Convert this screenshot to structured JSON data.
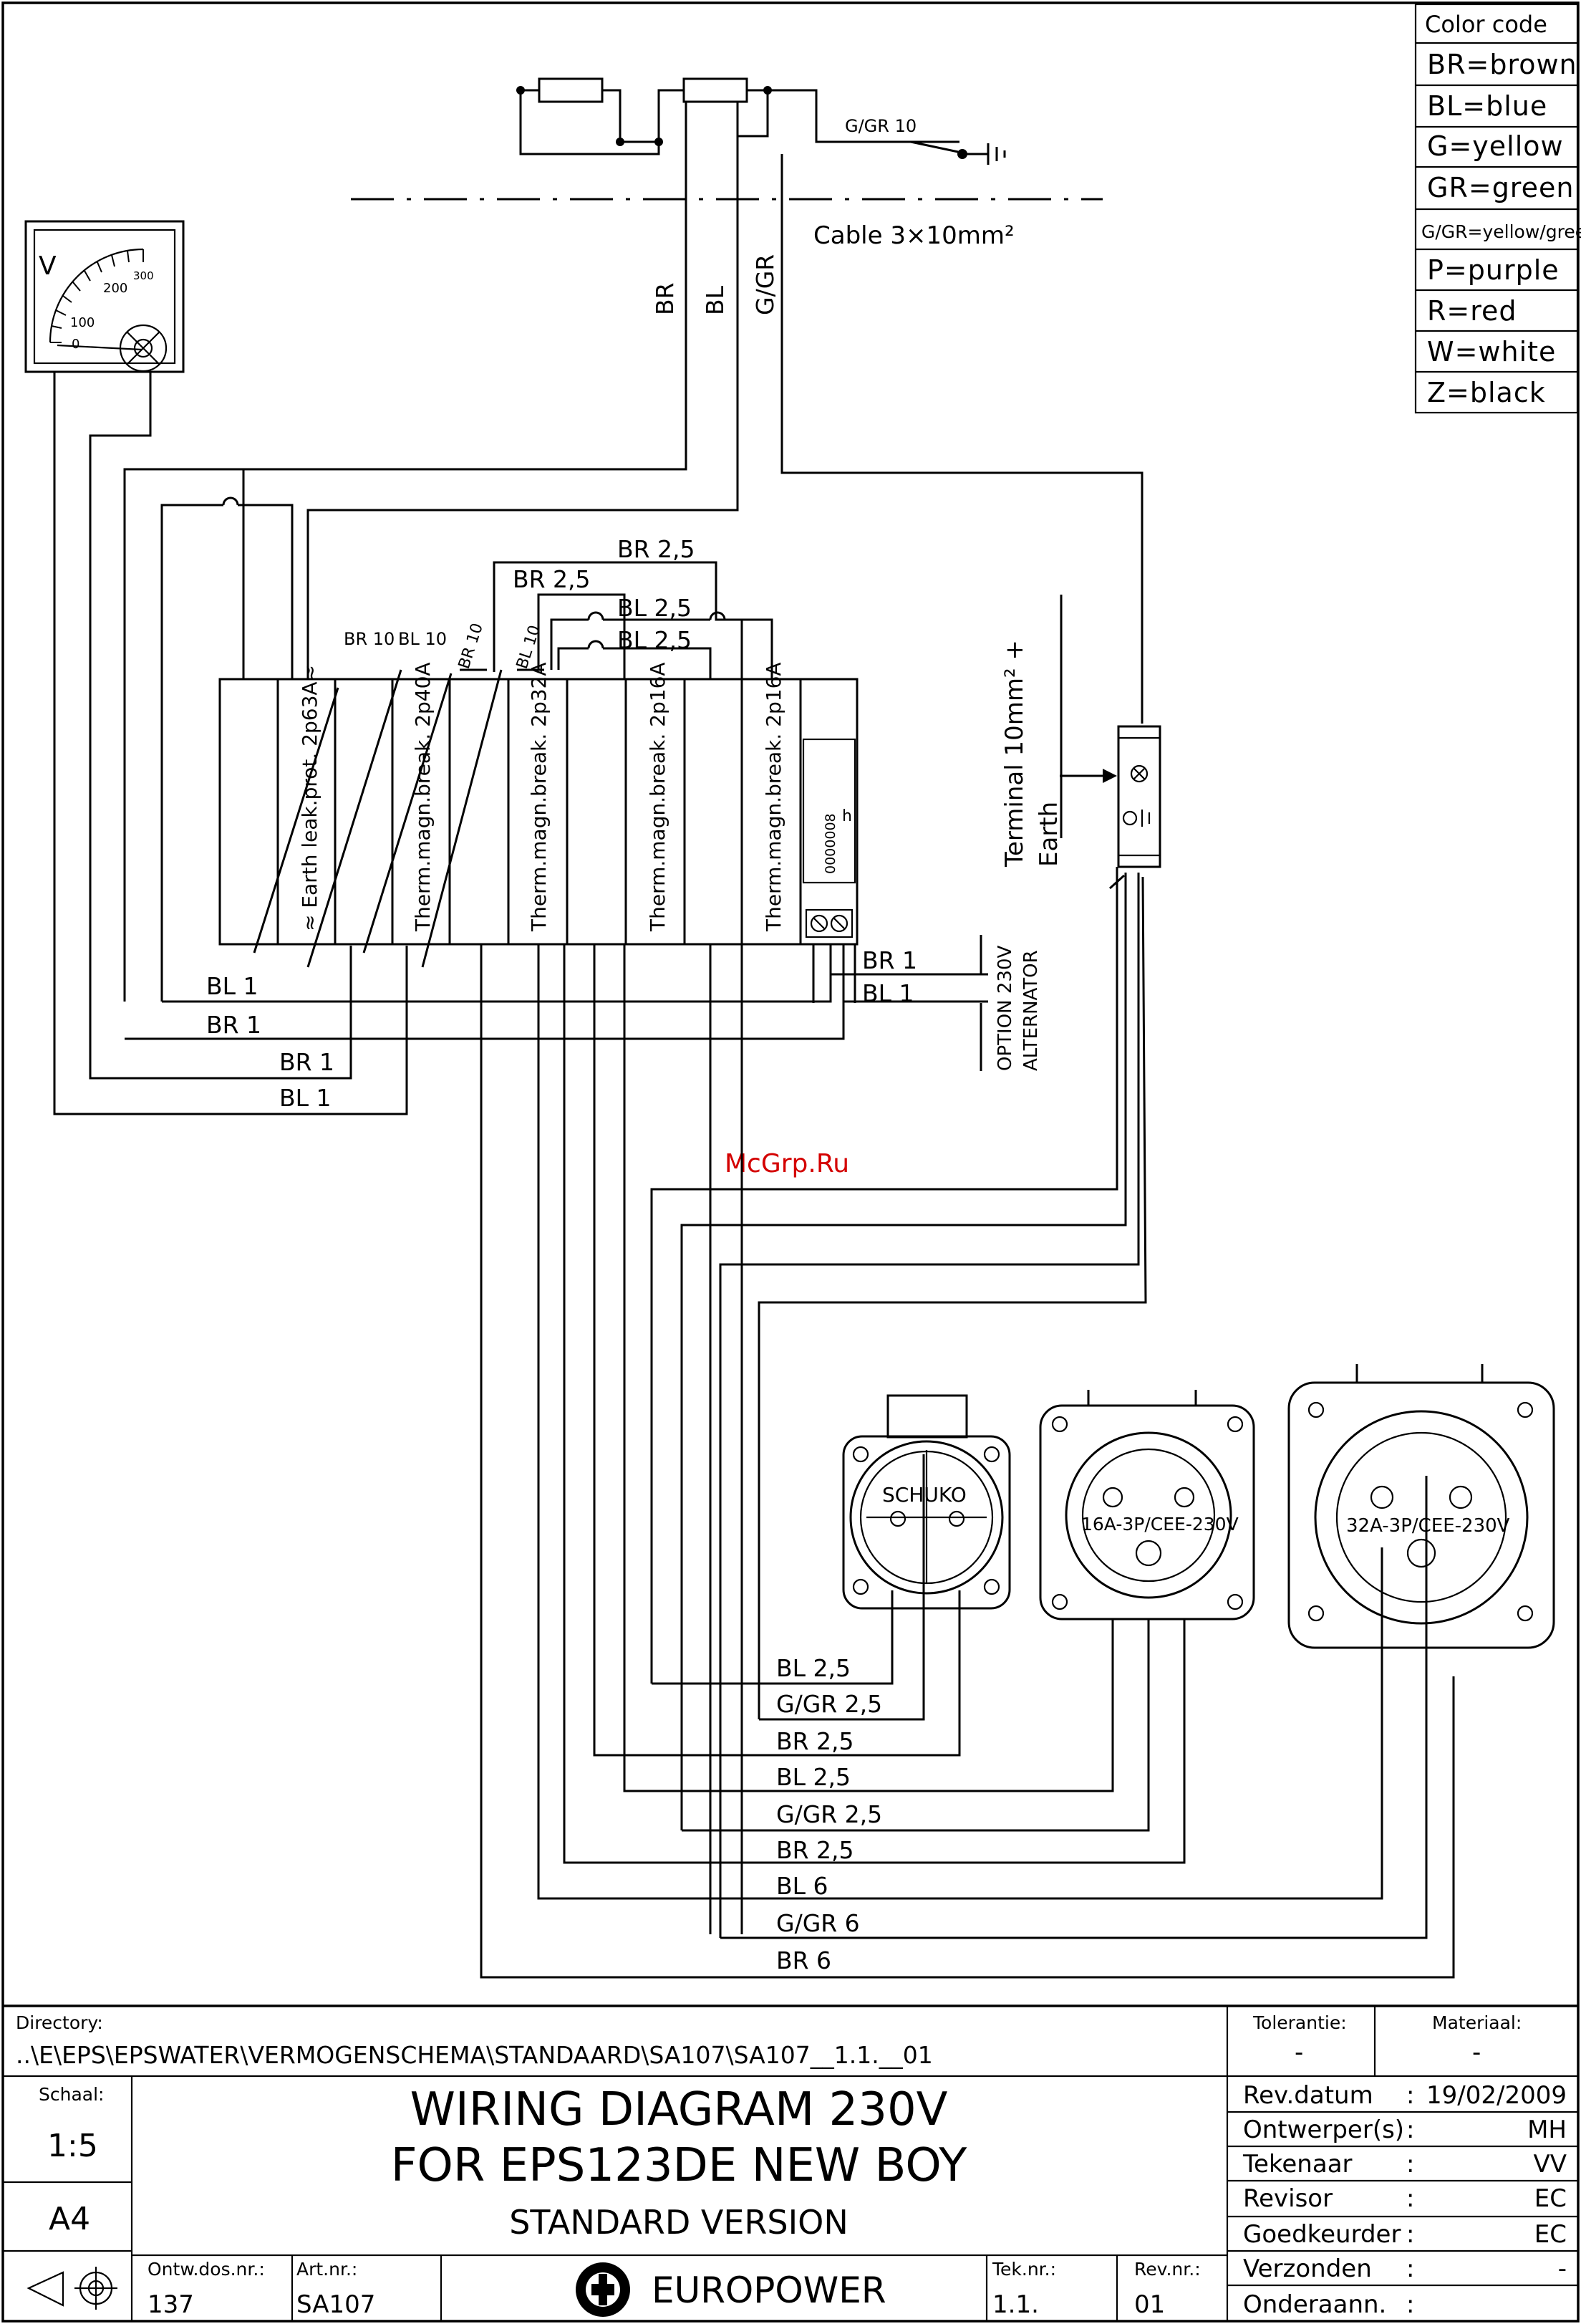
{
  "color_code": {
    "title": "Color code",
    "items": [
      "BR=brown",
      "BL=blue",
      "G=yellow",
      "GR=green",
      "G/GR=yellow/green",
      "P=purple",
      "R=red",
      "W=white",
      "Z=black"
    ]
  },
  "cable": {
    "label": "Cable 3×10mm²",
    "earth_wire": "G/GR 10",
    "conductors": [
      "BR",
      "BL",
      "G/GR"
    ]
  },
  "voltmeter": {
    "unit": "V",
    "scale": [
      "0",
      "100",
      "200",
      "300"
    ]
  },
  "bus_labels": {
    "br10": "BR 10",
    "bl10": "BL 10",
    "br10_diag": "BR 10",
    "bl10_diag": "BL 10",
    "br25_top": "BR 2,5",
    "br25_mid": "BR 2,5",
    "bl25_a": "BL 2,5",
    "bl25_b": "BL 2,5"
  },
  "breakers": [
    "≈ Earth leak.prot. 2p63A≈",
    "Therm.magn.break. 2p40A",
    "Therm.magn.break. 2p32A",
    "Therm.magn.break. 2p16A",
    "Therm.magn.break. 2p16A"
  ],
  "hour_meter": {
    "digits": "0000008",
    "unit": "h"
  },
  "meter_wires": [
    "BL 1",
    "BR 1",
    "BR 1",
    "BL 1"
  ],
  "option": {
    "wires": [
      "BR 1",
      "BL 1"
    ],
    "label_line1": "OPTION 230V",
    "label_line2": "ALTERNATOR"
  },
  "terminal": {
    "line1": "Terminal 10mm² +",
    "line2": "Earth"
  },
  "watermark": "McGrp.Ru",
  "sockets": {
    "schuko": "SCHUKO",
    "cee16": "16A-3P/CEE-230V",
    "cee32": "32A-3P/CEE-230V"
  },
  "socket_wires": [
    "BL 2,5",
    "G/GR 2,5",
    "BR 2,5",
    "BL 2,5",
    "G/GR 2,5",
    "BR 2,5",
    "BL 6",
    "G/GR 6",
    "BR 6"
  ],
  "title_block": {
    "directory_label": "Directory:",
    "directory": "..\\E\\EPS\\EPSWATER\\VERMOGENSCHEMA\\STANDAARD\\SA107\\SA107__1.1.__01",
    "tolerantie_label": "Tolerantie:",
    "tolerantie": "-",
    "materiaal_label": "Materiaal:",
    "materiaal": "-",
    "schaal_label": "Schaal:",
    "schaal": "1:5",
    "format": "A4",
    "title_line1": "WIRING DIAGRAM 230V",
    "title_line2": "FOR EPS123DE NEW BOY",
    "title_line3": "STANDARD VERSION",
    "ontw_label": "Ontw.dos.nr.:",
    "ontw": "137",
    "art_label": "Art.nr.:",
    "art": "SA107",
    "brand": "EUROPOWER",
    "tek_label": "Tek.nr.:",
    "tek": "1.1.",
    "rev_label": "Rev.nr.:",
    "rev": "01",
    "fields": [
      {
        "label": "Rev.datum",
        "sep": ":",
        "value": "19/02/2009"
      },
      {
        "label": "Ontwerper(s)",
        "sep": ":",
        "value": "MH"
      },
      {
        "label": "Tekenaar",
        "sep": ":",
        "value": "VV"
      },
      {
        "label": "Revisor",
        "sep": ":",
        "value": "EC"
      },
      {
        "label": "Goedkeurder",
        "sep": ":",
        "value": "EC"
      },
      {
        "label": "Verzonden",
        "sep": ":",
        "value": "-"
      },
      {
        "label": "Onderaann.",
        "sep": ":",
        "value": ""
      }
    ]
  }
}
